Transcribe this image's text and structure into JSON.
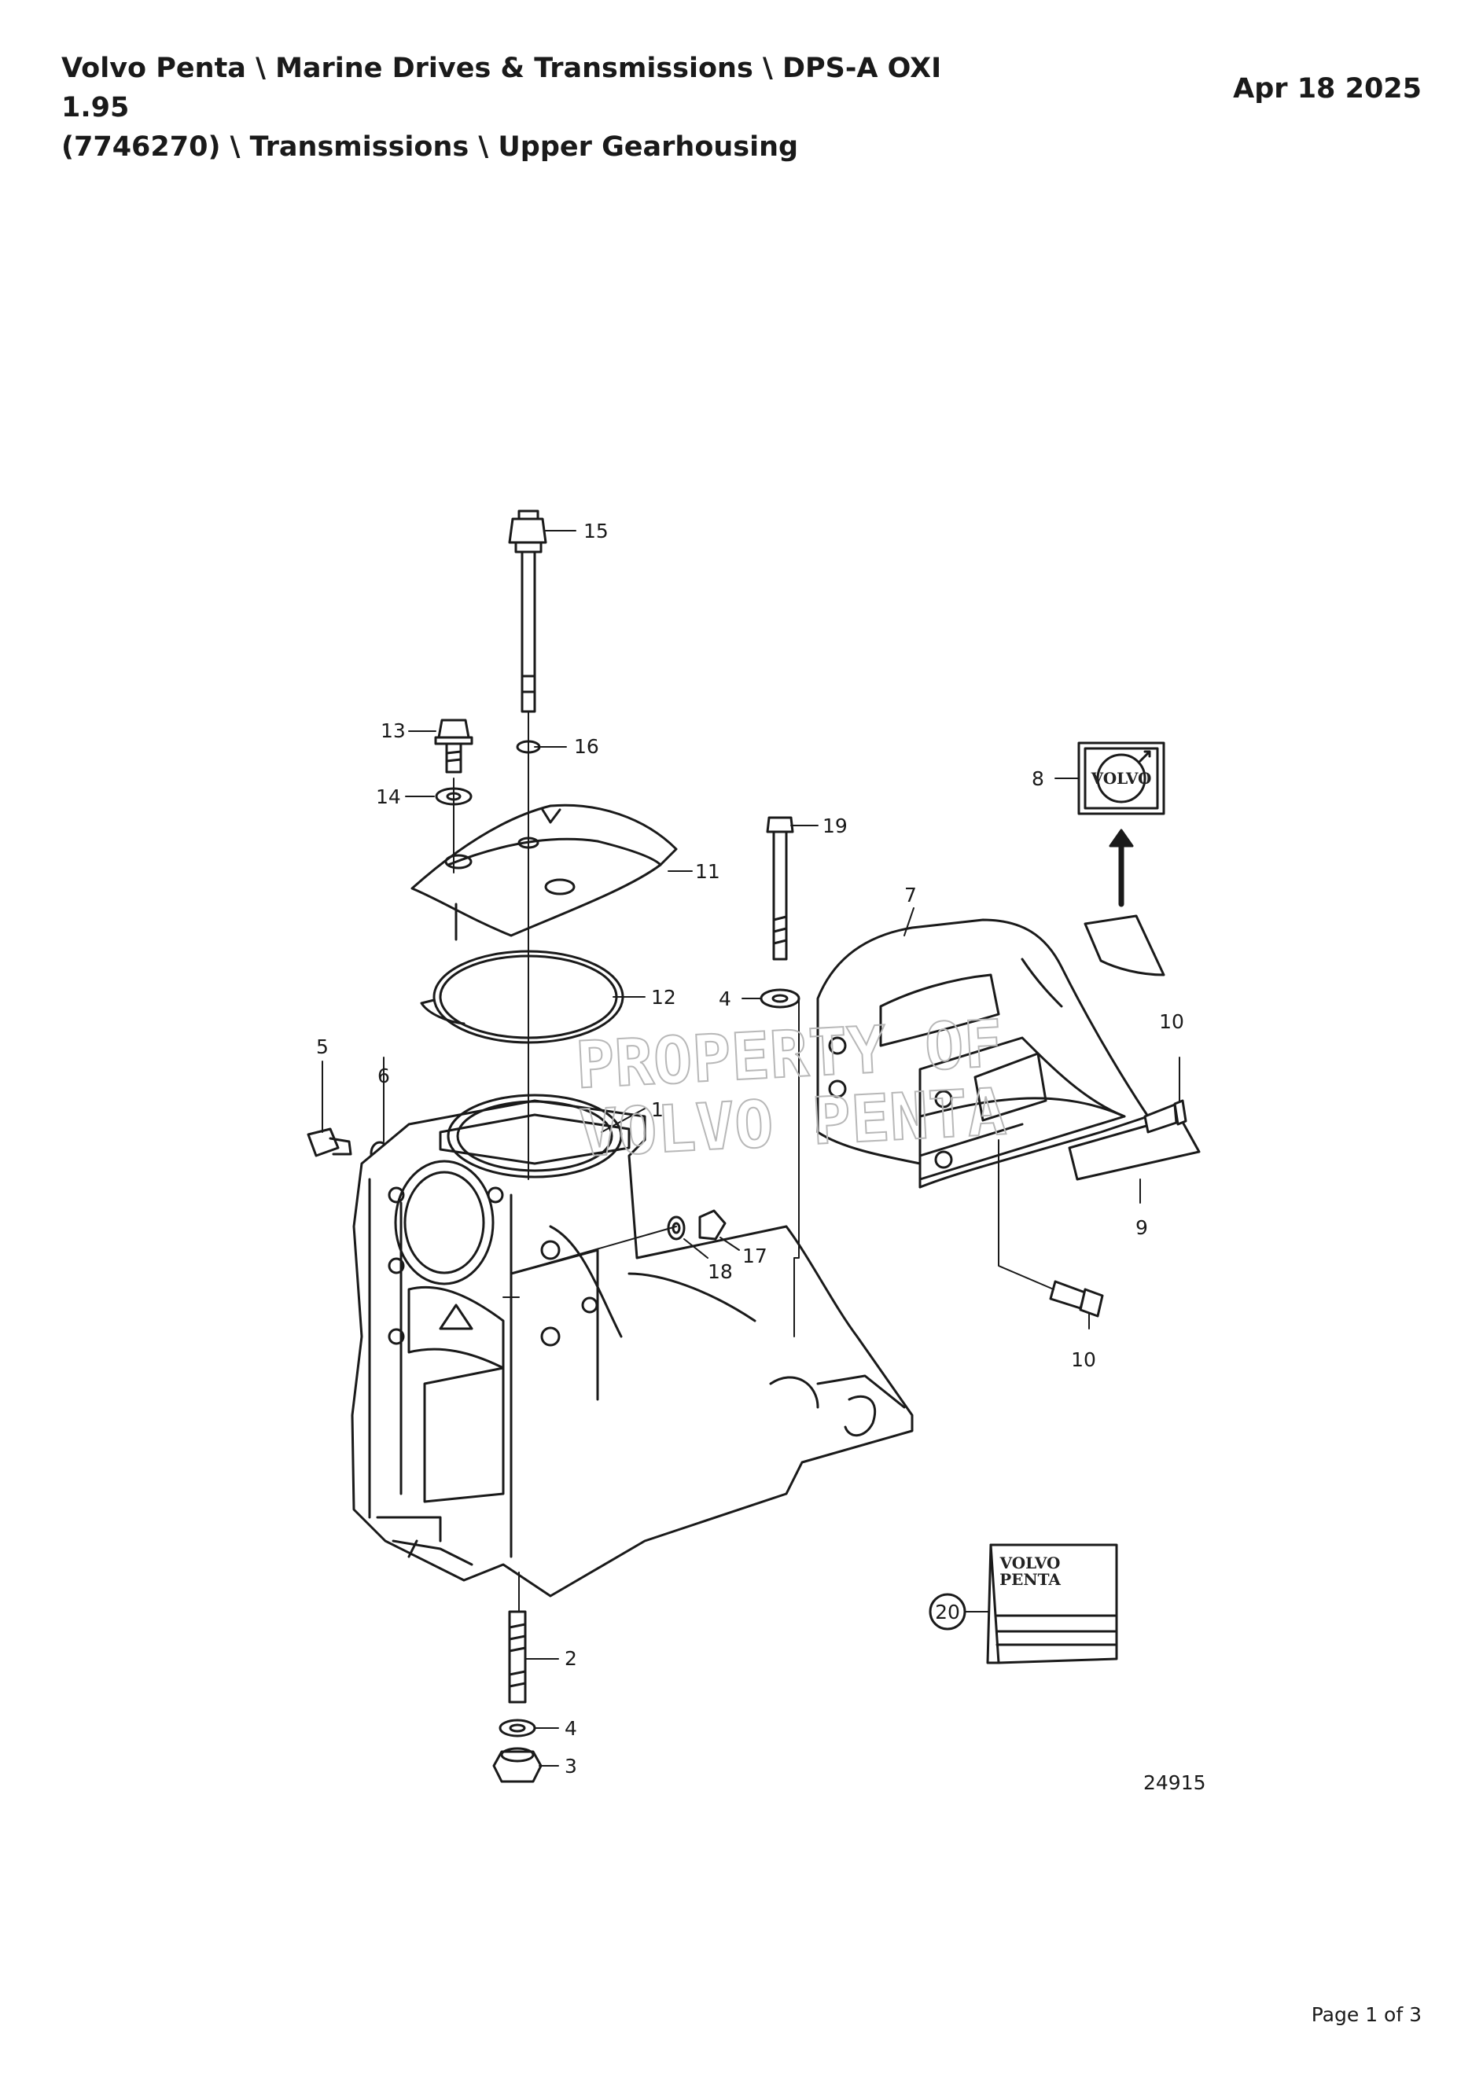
{
  "header": {
    "title_line1": "Volvo Penta \\ Marine Drives & Transmissions \\ DPS-A OXI  1.95",
    "title_line2": "(7746270) \\ Transmissions \\ Upper Gearhousing",
    "date": "Apr 18 2025"
  },
  "diagram": {
    "watermark_line1": "PROPERTY OF",
    "watermark_line2": "VOLVO PENTA",
    "plate_logo_text": "VOLVO",
    "manual_logo_line1": "VOLVO",
    "manual_logo_line2": "PENTA",
    "image_number": "24915",
    "callouts": {
      "c1": "1",
      "c2": "2",
      "c3": "3",
      "c4a": "4",
      "c4b": "4",
      "c5": "5",
      "c6": "6",
      "c7": "7",
      "c8": "8",
      "c9": "9",
      "c10a": "10",
      "c10b": "10",
      "c11": "11",
      "c12": "12",
      "c13": "13",
      "c14": "14",
      "c15": "15",
      "c16": "16",
      "c17": "17",
      "c18": "18",
      "c19": "19",
      "c20": "20"
    }
  },
  "footer": {
    "page": "Page 1 of 3"
  }
}
